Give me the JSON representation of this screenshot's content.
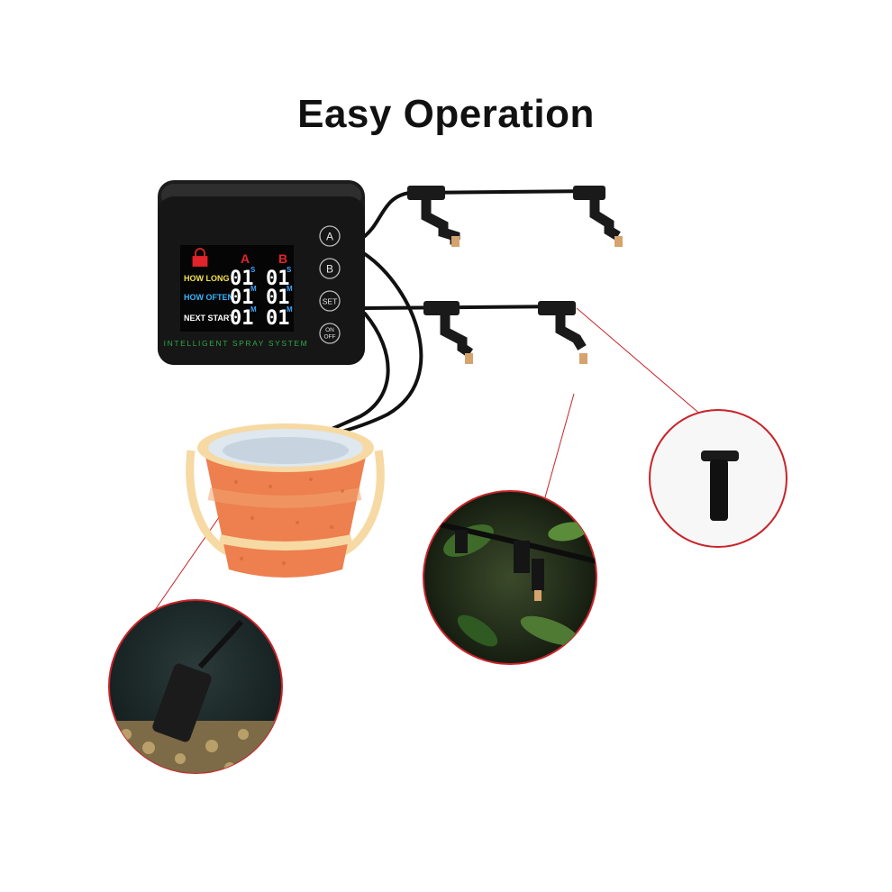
{
  "title": "Easy Operation",
  "controller": {
    "channel_a": "A",
    "channel_b": "B",
    "rows": [
      {
        "label": "HOW LONG",
        "label_color": "#f3e24a",
        "a_value": "01",
        "a_unit": "S",
        "b_value": "01",
        "b_unit": "S"
      },
      {
        "label": "HOW OFTEN",
        "label_color": "#36b4ff",
        "a_value": "01",
        "a_unit": "M",
        "b_value": "01",
        "b_unit": "M"
      },
      {
        "label": "NEXT START",
        "label_color": "#ffffff",
        "a_value": "01",
        "a_unit": "M",
        "b_value": "01",
        "b_unit": "M"
      }
    ],
    "buttons": {
      "a": "A",
      "b": "B",
      "set": "SET",
      "on": "ON",
      "off": "OFF"
    },
    "brand_text": "INTELLIGENT SPRAY SYSTEM",
    "lock_icon": "lock-icon"
  },
  "colors": {
    "channel_label": "#e0242a",
    "callout_line": "#c8242a",
    "bucket": "#ee7f4e",
    "bucket_rim": "#f6d9a3"
  }
}
